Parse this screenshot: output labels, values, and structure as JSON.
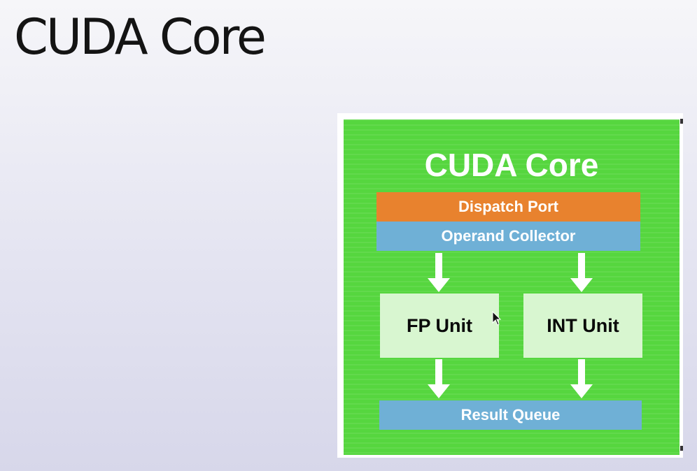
{
  "slide": {
    "title": "CUDA Core"
  },
  "diagram": {
    "title": "CUDA Core",
    "dispatch_port": "Dispatch Port",
    "operand_collector": "Operand Collector",
    "fp_unit": "FP Unit",
    "int_unit": "INT Unit",
    "result_queue": "Result Queue"
  },
  "colors": {
    "panel_green": "#56d63f",
    "dispatch_orange": "#e8822e",
    "collector_blue": "#6fb0d6",
    "unit_fill": "#d8f6d0"
  }
}
